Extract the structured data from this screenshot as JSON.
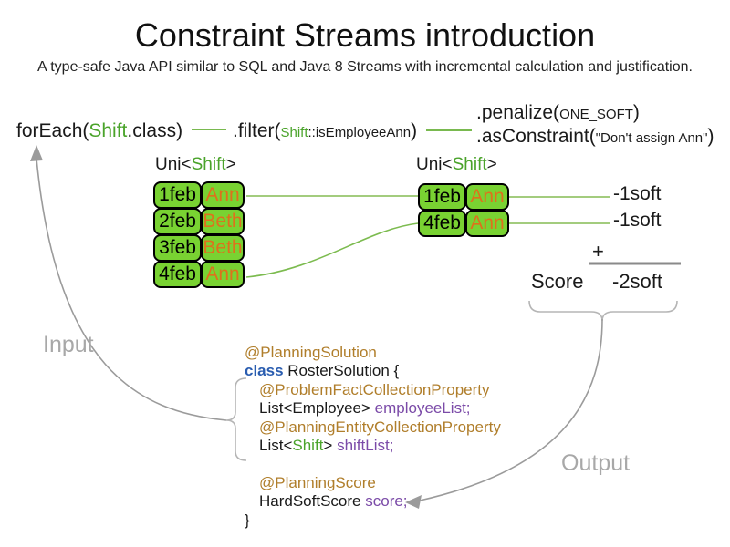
{
  "title": "Constraint Streams introduction",
  "subtitle": "A type-safe Java API similar to SQL and Java 8 Streams with incremental calculation and justification.",
  "pipeline": {
    "foreach": [
      {
        "t": "forEach(",
        "c": "plain"
      },
      {
        "t": "Shift",
        "c": "green"
      },
      {
        "t": ".class)",
        "c": "plain"
      }
    ],
    "filter": [
      {
        "t": ".filter(",
        "c": "plain"
      },
      {
        "t": "Shift",
        "c": "green-small"
      },
      {
        "t": "::isEmployeeAnn",
        "c": "small"
      },
      {
        "t": ")",
        "c": "plain"
      }
    ],
    "penalize": [
      {
        "t": ".penalize(",
        "c": "plain"
      },
      {
        "t": "ONE_SOFT",
        "c": "small"
      },
      {
        "t": ")",
        "c": "plain"
      }
    ],
    "asconstraint": [
      {
        "t": ".asConstraint(",
        "c": "plain"
      },
      {
        "t": "\"Don't assign Ann\"",
        "c": "small"
      },
      {
        "t": ")",
        "c": "plain"
      }
    ]
  },
  "uni_label": [
    {
      "t": "Uni<",
      "c": "plain"
    },
    {
      "t": "Shift",
      "c": "green"
    },
    {
      "t": ">",
      "c": "plain"
    }
  ],
  "left_table": {
    "rows": [
      {
        "date": "1feb",
        "name": "Ann"
      },
      {
        "date": "2feb",
        "name": "Beth"
      },
      {
        "date": "3feb",
        "name": "Beth"
      },
      {
        "date": "4feb",
        "name": "Ann"
      }
    ]
  },
  "right_table": {
    "rows": [
      {
        "date": "1feb",
        "name": "Ann"
      },
      {
        "date": "4feb",
        "name": "Ann"
      }
    ]
  },
  "scores": {
    "rows": [
      "-1soft",
      "-1soft"
    ],
    "plus": "+",
    "score_label": "Score",
    "total": "-2soft"
  },
  "flow": {
    "input_label": "Input",
    "output_label": "Output"
  },
  "code": {
    "lines": [
      {
        "indent": 0,
        "tokens": [
          {
            "t": "@PlanningSolution",
            "c": "annotation"
          }
        ]
      },
      {
        "indent": 0,
        "tokens": [
          {
            "t": "class ",
            "c": "keyword"
          },
          {
            "t": "RosterSolution {",
            "c": "plain"
          }
        ]
      },
      {
        "indent": 1,
        "tokens": [
          {
            "t": "@ProblemFactCollectionProperty",
            "c": "annotation"
          }
        ]
      },
      {
        "indent": 1,
        "tokens": [
          {
            "t": "List<Employee> ",
            "c": "plain"
          },
          {
            "t": "employeeList;",
            "c": "variable"
          }
        ]
      },
      {
        "indent": 1,
        "tokens": [
          {
            "t": "@PlanningEntityCollectionProperty",
            "c": "annotation"
          }
        ]
      },
      {
        "indent": 1,
        "tokens": [
          {
            "t": "List<",
            "c": "plain"
          },
          {
            "t": "Shift",
            "c": "type-green"
          },
          {
            "t": "> ",
            "c": "plain"
          },
          {
            "t": "shiftList;",
            "c": "variable"
          }
        ]
      },
      {
        "indent": 1,
        "tokens": []
      },
      {
        "indent": 1,
        "tokens": [
          {
            "t": "@PlanningScore",
            "c": "annotation"
          }
        ]
      },
      {
        "indent": 1,
        "tokens": [
          {
            "t": "HardSoftScore ",
            "c": "plain"
          },
          {
            "t": "score;",
            "c": "variable"
          }
        ]
      },
      {
        "indent": 0,
        "tokens": [
          {
            "t": "}",
            "c": "plain"
          }
        ]
      }
    ]
  },
  "colors": {
    "box_green": "#79D232",
    "green_text": "#4AA32A",
    "orange_name": "#DE711C",
    "annotation_gold": "#B07E2B",
    "keyword_blue": "#2A5DB0",
    "variable_purple": "#7B4BA8",
    "gray_label": "#A8A8A8",
    "arrow_gray": "#9B9B9B",
    "link_green_light": "#A3CC7E",
    "link_green_dark": "#79B94F"
  }
}
